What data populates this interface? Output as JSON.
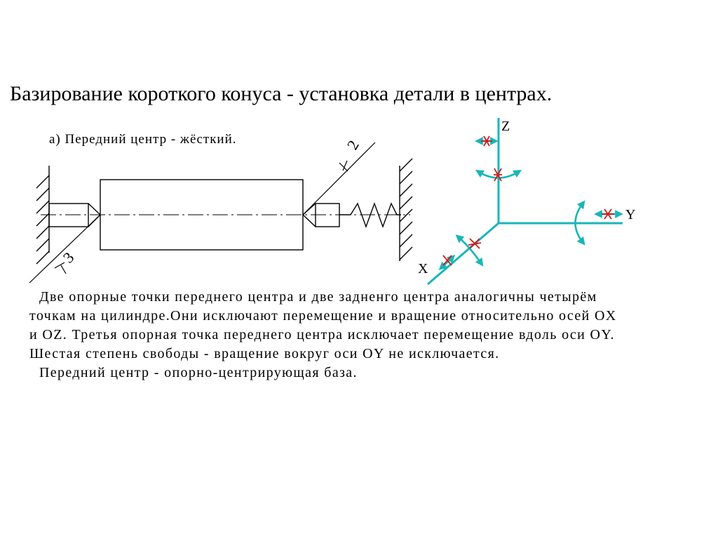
{
  "title": "Базирование короткого конуса - установка детали в центрах.",
  "caption": "а) Передний центр - жёсткий.",
  "description": [
    "Две опорные точки переднего центра и две задненго центра аналогичны четырём",
    "точкам на цилиндре.Они исключают перемещение и вращение относительно осей OX",
    "и OZ. Третья опорная точка переднего центра исключает перемещение вдоль оси OY.",
    "Шестая степень свободы - вращение вокруг оси OY не исключается.",
    "Передний центр - опорно-центрирующая база."
  ],
  "labels": {
    "ref_front": "3",
    "ref_rear": "2",
    "axis_z": "Z",
    "axis_y": "Y",
    "axis_x": "X"
  },
  "colors": {
    "axis": "#19b6b8",
    "constraint_mark": "#d11a1a",
    "line": "#000000"
  }
}
